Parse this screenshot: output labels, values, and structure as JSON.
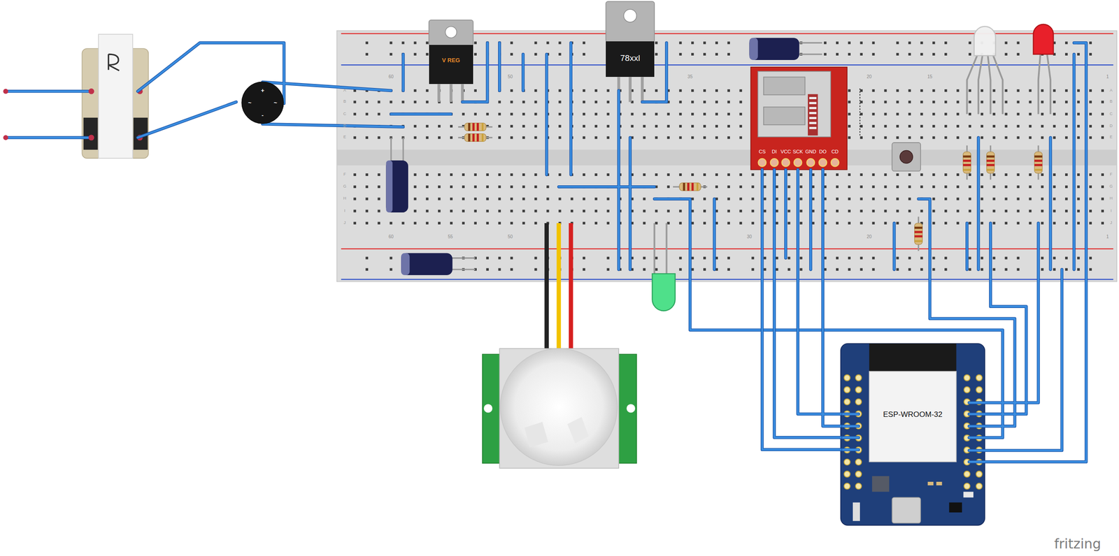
{
  "diagram": {
    "nodes": [
      {
        "text": [
          "+",
          "~",
          "~",
          "-"
        ]
      },
      {
        "text": [
          "V REG"
        ]
      },
      {
        "text": [
          "78xxl"
        ]
      },
      {
        "text": [
          "CS",
          "DI",
          "VCC",
          "SCK",
          "GND",
          "DO",
          "CD"
        ]
      },
      {
        "text": [
          "ESP-WROOM-32"
        ]
      }
    ],
    "edges": [
      {
        "from": 3,
        "to": 4,
        "arrow": "none"
      },
      {
        "from": 3,
        "to": 4,
        "arrow": "none"
      },
      {
        "from": 3,
        "to": 4,
        "arrow": "none"
      },
      {
        "from": 3,
        "to": 4,
        "arrow": "none"
      }
    ],
    "labels": [
      "60",
      "50",
      "35",
      "20",
      "15",
      "1",
      "60",
      "55",
      "50",
      "30",
      "20",
      "1",
      "A",
      "B",
      "C",
      "D",
      "E",
      "F",
      "G",
      "H",
      "I",
      "J",
      "A",
      "B",
      "C",
      "D",
      "E",
      "F",
      "G",
      "H",
      "I",
      "J",
      "fritzing"
    ]
  }
}
